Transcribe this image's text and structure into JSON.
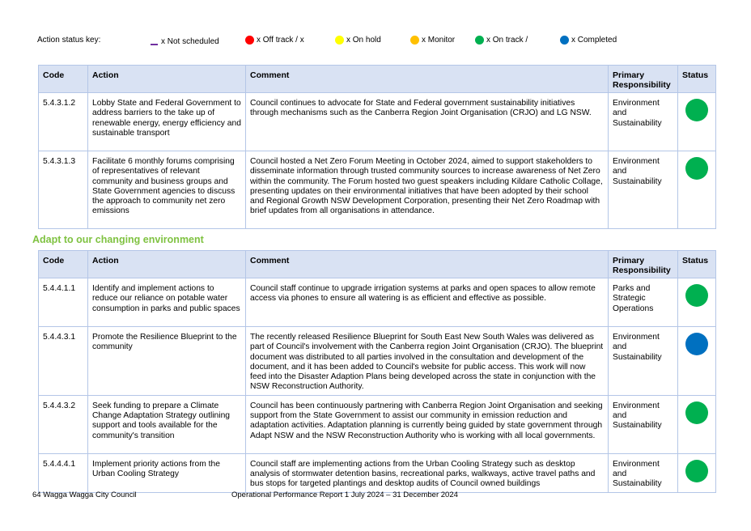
{
  "key": {
    "label": "Action status key:",
    "items": [
      {
        "label": "x Not scheduled",
        "color": "#7030a0",
        "shape": "dash"
      },
      {
        "label": "x Off track / x",
        "color": "#ff0000",
        "shape": "dot"
      },
      {
        "label": "x On hold",
        "color": "#ffff00",
        "shape": "dot"
      },
      {
        "label": "x Monitor",
        "color": "#ffc000",
        "shape": "dot"
      },
      {
        "label": "x On track /",
        "color": "#00b050",
        "shape": "dot"
      },
      {
        "label": "x Completed",
        "color": "#0070c0",
        "shape": "dot"
      }
    ]
  },
  "headers": {
    "code": "Code",
    "action": "Action",
    "comment": "Comment",
    "responsibility_line1": "Primary",
    "responsibility_line2": "Responsibility",
    "status": "Status"
  },
  "table1": [
    {
      "code": "5.4.3.1.2",
      "action": "Lobby State and Federal Government to address barriers to the take up of renewable energy, energy efficiency and sustainable transport",
      "comment": "Council continues to advocate for State and Federal government sustainability initiatives through mechanisms such as the Canberra Region Joint Organisation (CRJO) and LG NSW.",
      "responsibility": "Environment and Sustainability",
      "status_color": "#00b050"
    },
    {
      "code": "5.4.3.1.3",
      "action": "Facilitate 6 monthly forums comprising of representatives of relevant community and business groups and State Government agencies to discuss the approach to community net zero emissions",
      "comment": "Council hosted a Net Zero Forum Meeting in October 2024, aimed to support stakeholders to disseminate information through trusted community sources to increase awareness of Net Zero within the community. The Forum hosted two guest speakers including Kildare Catholic Collage, presenting updates on their environmental initiatives that have been adopted by their school and Regional Growth NSW Development Corporation, presenting their Net Zero Roadmap with brief updates from all organisations in attendance.",
      "responsibility": "Environment and Sustainability",
      "status_color": "#00b050"
    }
  ],
  "section_title": "Adapt to our changing environment",
  "table2": [
    {
      "code": "5.4.4.1.1",
      "action": "Identify and implement actions to reduce our reliance on potable water consumption in parks and public spaces",
      "comment": "Council staff continue to upgrade irrigation systems at parks and open spaces to allow remote access via phones to ensure all watering is as efficient and effective as possible.",
      "responsibility": "Parks and Strategic Operations",
      "status_color": "#00b050"
    },
    {
      "code": "5.4.4.3.1",
      "action": "Promote the Resilience Blueprint to the community",
      "comment": "The recently released Resilience Blueprint for South East New South Wales was delivered as part of Council's involvement with the Canberra region Joint Organisation (CRJO). The blueprint document was distributed to all parties involved in the consultation and development of the document, and it has been added to Council's website for public access. This work will now feed into the Disaster Adaption Plans being developed across the state in conjunction with the NSW Reconstruction Authority.",
      "responsibility": "Environment and Sustainability",
      "status_color": "#0070c0"
    },
    {
      "code": "5.4.4.3.2",
      "action": "Seek funding to prepare a Climate Change Adaptation Strategy outlining support and tools available for the community's transition",
      "comment": "Council has been continuously partnering with Canberra Region Joint Organisation and seeking support from the State Government to assist our community in emission reduction and adaptation activities. Adaptation planning is currently being guided by state government through Adapt NSW and the NSW Reconstruction Authority who is working with all local governments.",
      "responsibility": "Environment and Sustainability",
      "status_color": "#00b050"
    },
    {
      "code": "5.4.4.4.1",
      "action": "Implement priority actions from the Urban Cooling Strategy",
      "comment": "Council staff are implementing actions from the Urban Cooling Strategy such as desktop analysis of stormwater detention basins, recreational parks, walkways, active travel paths and bus stops for targeted plantings and desktop audits of Council owned buildings",
      "responsibility": "Environment and Sustainability",
      "status_color": "#00b050"
    }
  ],
  "footer": {
    "left": "64  Wagga Wagga City Council",
    "center": "Operational Performance Report 1 July 2024 – 31 December 2024"
  }
}
